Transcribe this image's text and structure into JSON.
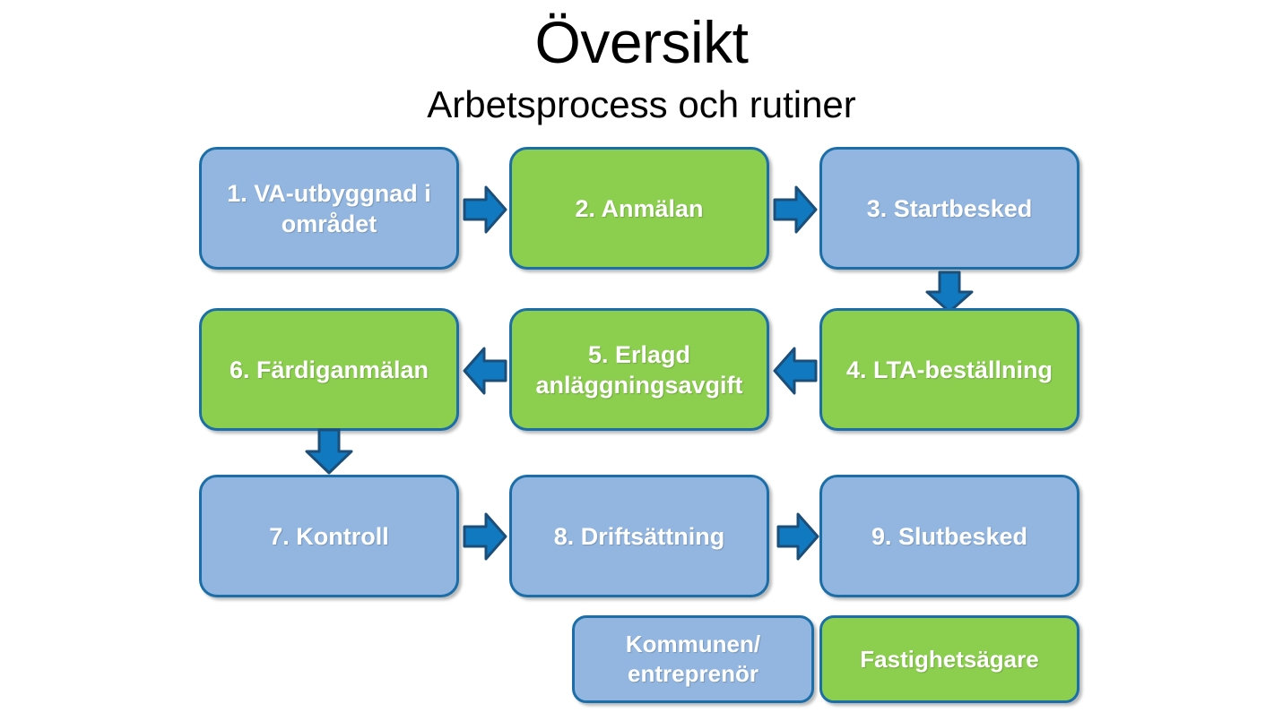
{
  "slide": {
    "title": "Översikt",
    "subtitle": "Arbetsprocess och rutiner",
    "background_color": "#FFFFFF"
  },
  "palette": {
    "blue_fill": "#92B6E0",
    "green_fill": "#8CCE4E",
    "border": "#1B6EA8",
    "arrow_fill": "#1079BF",
    "arrow_stroke": "#1B4E79",
    "text": "#FFFFFF"
  },
  "flow": {
    "steps": [
      {
        "id": "step-1",
        "number": "1.",
        "label": "1. VA-utbyggnad i området",
        "line1": "1. VA-utbyggnad i",
        "line2": "området",
        "owner": "kommunen",
        "color": "blue"
      },
      {
        "id": "step-2",
        "number": "2.",
        "label": "2. Anmälan",
        "line1": "2. Anmälan",
        "line2": "",
        "owner": "fastighetsagare",
        "color": "green"
      },
      {
        "id": "step-3",
        "number": "3.",
        "label": "3. Startbesked",
        "line1": "3. Startbesked",
        "line2": "",
        "owner": "kommunen",
        "color": "blue"
      },
      {
        "id": "step-4",
        "number": "4.",
        "label": "4. LTA-beställning",
        "line1": "4. LTA-beställning",
        "line2": "",
        "owner": "fastighetsagare",
        "color": "green"
      },
      {
        "id": "step-5",
        "number": "5.",
        "label": "5. Erlagd anläggningsavgift",
        "line1": "5. Erlagd",
        "line2": "anläggningsavgift",
        "owner": "fastighetsagare",
        "color": "green"
      },
      {
        "id": "step-6",
        "number": "6.",
        "label": "6. Färdiganmälan",
        "line1": "6. Färdiganmälan",
        "line2": "",
        "owner": "fastighetsagare",
        "color": "green"
      },
      {
        "id": "step-7",
        "number": "7.",
        "label": "7. Kontroll",
        "line1": "7. Kontroll",
        "line2": "",
        "owner": "kommunen",
        "color": "blue"
      },
      {
        "id": "step-8",
        "number": "8.",
        "label": "8. Driftsättning",
        "line1": "8. Driftsättning",
        "line2": "",
        "owner": "kommunen",
        "color": "blue"
      },
      {
        "id": "step-9",
        "number": "9.",
        "label": "9. Slutbesked",
        "line1": "9. Slutbesked",
        "line2": "",
        "owner": "kommunen",
        "color": "blue"
      }
    ],
    "connectors": [
      {
        "from": "step-1",
        "to": "step-2",
        "direction": "right"
      },
      {
        "from": "step-2",
        "to": "step-3",
        "direction": "right"
      },
      {
        "from": "step-3",
        "to": "step-4",
        "direction": "down"
      },
      {
        "from": "step-4",
        "to": "step-5",
        "direction": "left"
      },
      {
        "from": "step-5",
        "to": "step-6",
        "direction": "left"
      },
      {
        "from": "step-6",
        "to": "step-7",
        "direction": "down"
      },
      {
        "from": "step-7",
        "to": "step-8",
        "direction": "right"
      },
      {
        "from": "step-8",
        "to": "step-9",
        "direction": "right"
      }
    ]
  },
  "legend": {
    "items": [
      {
        "id": "legend-kommunen",
        "line1": "Kommunen/",
        "line2": "entreprenör",
        "label": "Kommunen/ entreprenör",
        "color": "blue"
      },
      {
        "id": "legend-fastighetsagare",
        "line1": "Fastighetsägare",
        "line2": "",
        "label": "Fastighetsägare",
        "color": "green"
      }
    ]
  }
}
